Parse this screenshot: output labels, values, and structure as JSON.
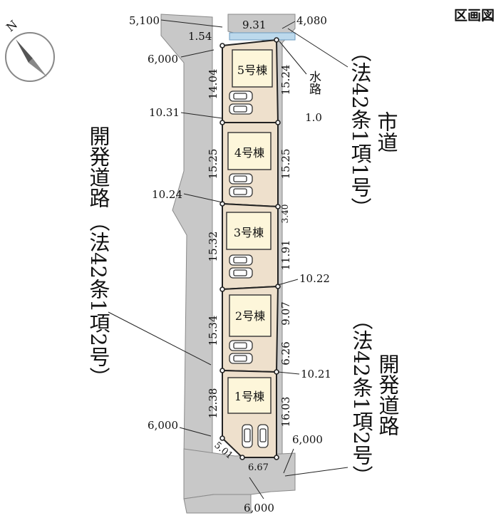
{
  "title": "区画図",
  "houses": {
    "h5": "5号棟",
    "h4": "4号棟",
    "h3": "3号棟",
    "h2": "2号棟",
    "h1": "1号棟"
  },
  "roads": {
    "city_road_label": "市道",
    "city_road_law": "（法42条1項1号）",
    "dev_road_left_label": "開発道路",
    "dev_road_left_law": "（法42条1項2号）",
    "dev_road_right_label": "開発道路",
    "dev_road_right_law": "（法42条1項2号）",
    "waterway_label": "水路",
    "waterway_width": "1.0"
  },
  "road_widths": {
    "top_left": "5,100",
    "top_right": "4,080",
    "upper_left": "6,000",
    "lower_left": "6,000",
    "bottom_right": "6,000",
    "bottom": "6,000"
  },
  "dimensions": {
    "top_frontage": "9.31",
    "top_corner": "1.54",
    "lot5_left": "14.04",
    "lot5_right": "15.24",
    "div_5_4": "10.31",
    "lot4_left": "15.25",
    "lot4_right": "15.25",
    "div_4_3": "10.24",
    "lot3_right_short": "3.40",
    "lot3_left": "15.32",
    "lot3_right": "11.91",
    "div_3_2": "10.22",
    "lot2_left": "15.34",
    "lot2_right_upper": "9.07",
    "lot2_right_lower": "6.26",
    "div_2_1": "10.21",
    "lot1_left": "12.38",
    "lot1_right": "16.03",
    "corner_cut": "5.01",
    "bottom_frontage": "6.67"
  },
  "colors": {
    "road": "#c8c8c8",
    "lot": "#eee0cc",
    "building": "#fdf6da",
    "waterway": "#bcd9ec"
  },
  "icons": {
    "compass": "north-arrow-icon",
    "car": "car-icon"
  }
}
